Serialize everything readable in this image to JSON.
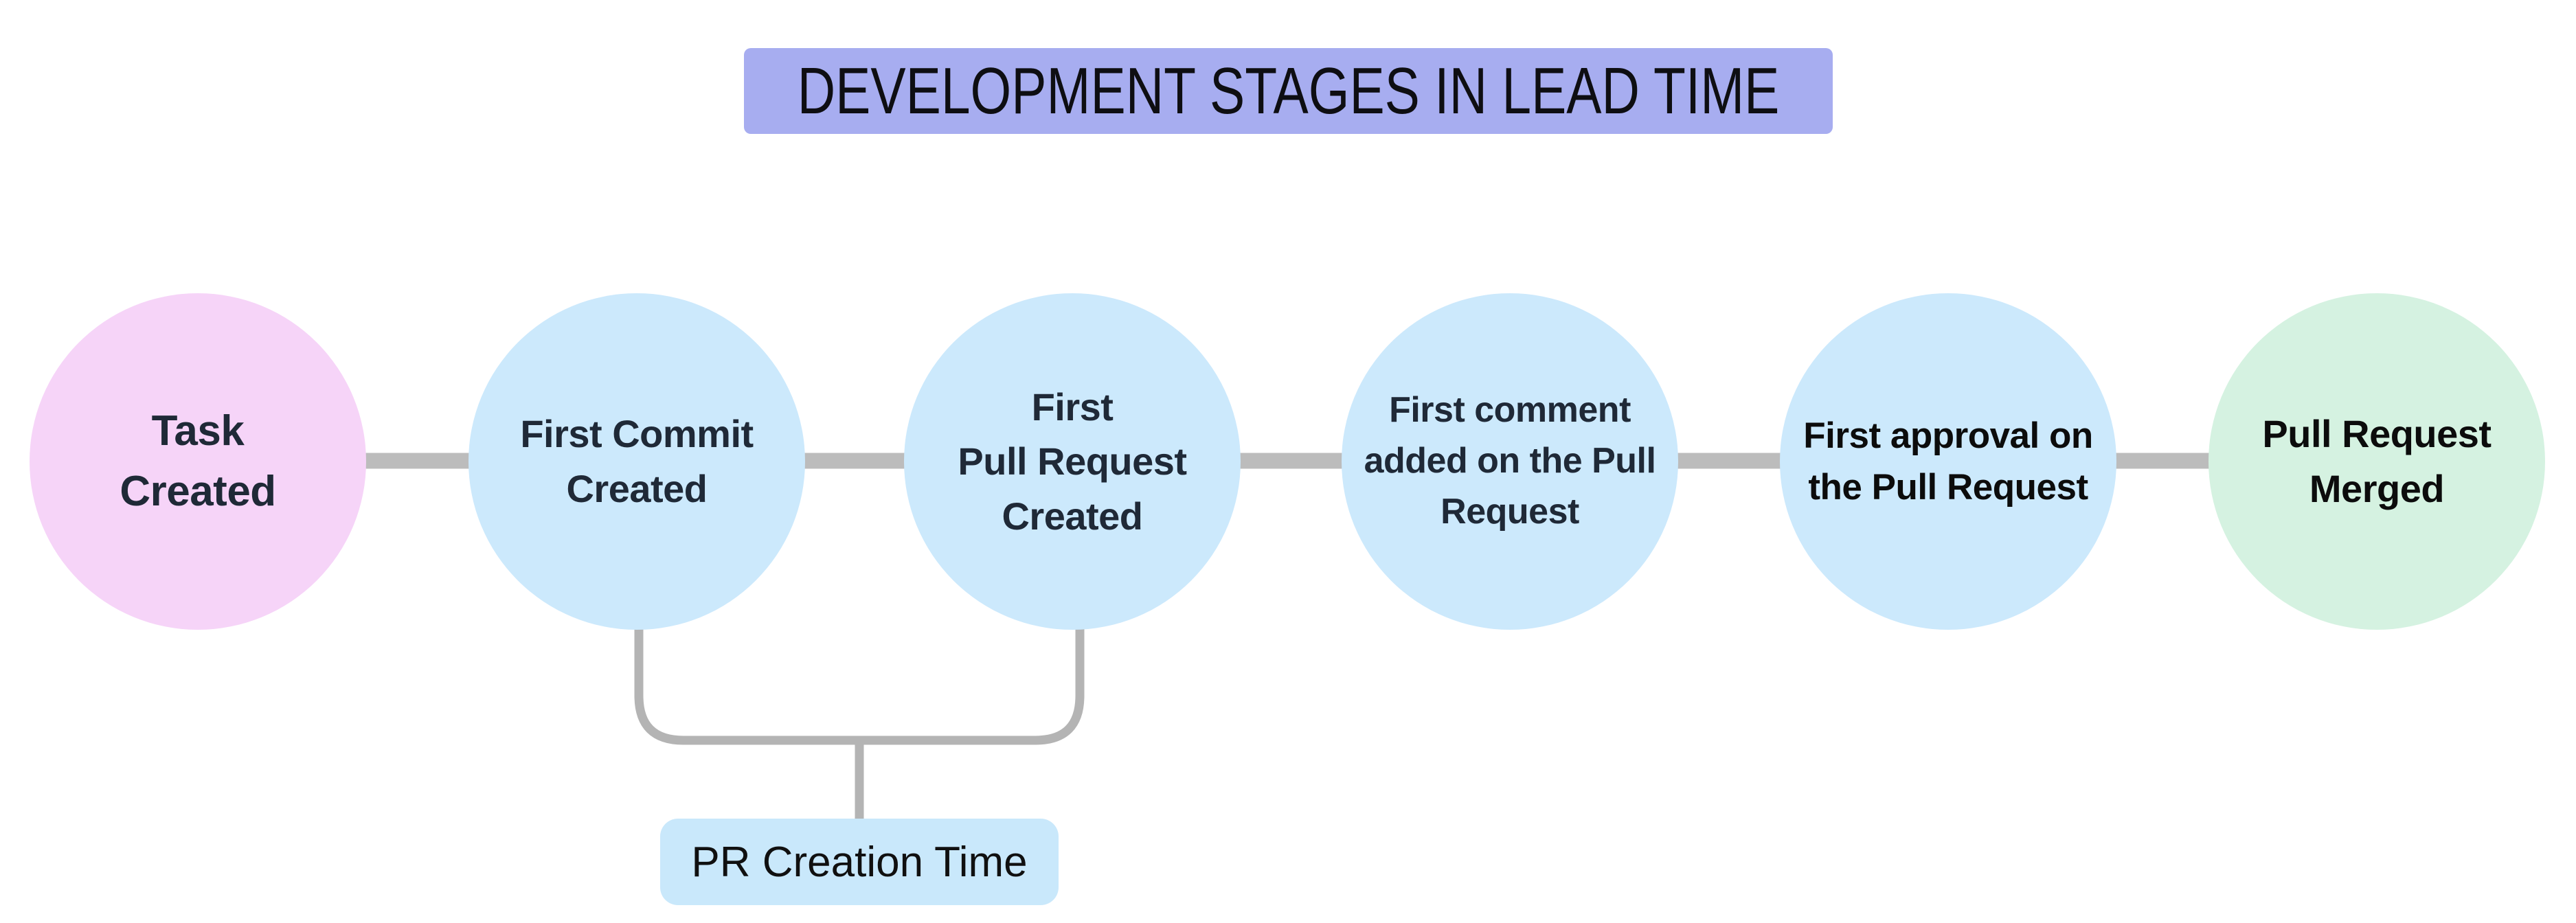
{
  "title": {
    "text": "DEVELOPMENT STAGES IN LEAD TIME",
    "bg_color": "#a7adf0",
    "text_color": "#0e0e12"
  },
  "diagram": {
    "type": "horizontal-flow",
    "connector_color": "#bcbcbc",
    "bracket_color": "#b4b4b4",
    "nodes": [
      {
        "label": "Task\nCreated",
        "fill": "#f6d4f8",
        "text_color": "#1f2937"
      },
      {
        "label": "First Commit\nCreated",
        "fill": "#cce9fc",
        "text_color": "#1f2937"
      },
      {
        "label": "First\nPull Request\nCreated",
        "fill": "#cce9fc",
        "text_color": "#1f2937"
      },
      {
        "label": "First comment\nadded on the Pull\nRequest",
        "fill": "#cce9fc",
        "text_color": "#1f2937"
      },
      {
        "label": "First approval on\nthe Pull Request",
        "fill": "#cce9fc",
        "text_color": "#0c0c0c"
      },
      {
        "label": "Pull Request\nMerged",
        "fill": "#d5f2e1",
        "text_color": "#0c0c0c"
      }
    ],
    "annotation": {
      "label": "PR Creation Time",
      "bg_color": "#c9e8fb",
      "text_color": "#101010"
    }
  }
}
